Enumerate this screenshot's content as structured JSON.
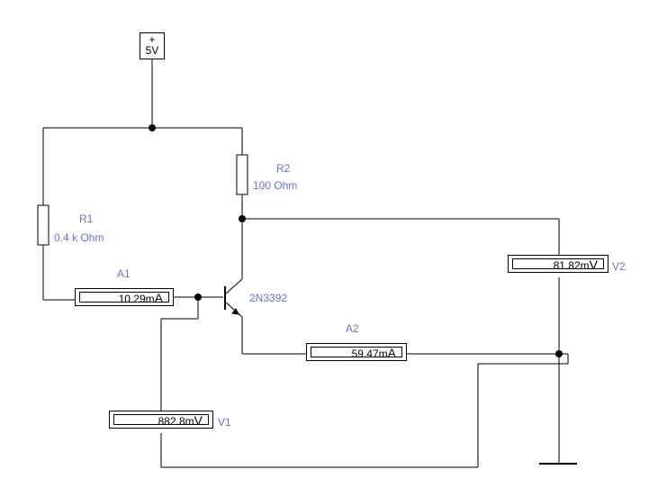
{
  "source": {
    "plus_sign": "+",
    "value": "5V"
  },
  "resistors": {
    "r1": {
      "name": "R1",
      "value": "0.4 k Ohm"
    },
    "r2": {
      "name": "R2",
      "value": "100  Ohm"
    }
  },
  "transistor": {
    "name": "2N3392"
  },
  "meters": {
    "a1": {
      "label": "A1",
      "reading": "10.29m",
      "unit": "A"
    },
    "a2": {
      "label": "A2",
      "reading": "59.47m",
      "unit": "A"
    },
    "v1": {
      "label": "V1",
      "reading": "882.8m",
      "unit": "V"
    },
    "v2": {
      "label": "V2",
      "reading": "81.82m",
      "unit": "V"
    }
  },
  "colors": {
    "wire": "#000000",
    "label": "#6f6fd8",
    "background": "#ffffff"
  }
}
